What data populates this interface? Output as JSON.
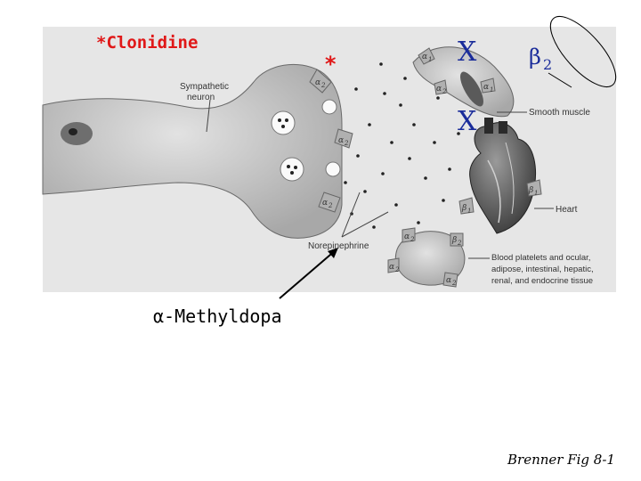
{
  "annotations": {
    "clonidine": "*Clonidine",
    "asterisk": "*",
    "methyldopa": "α-Methyldopa",
    "x_block": "X",
    "beta2_symbol": "β",
    "beta2_subscript": "2",
    "credit": "Brenner Fig 8-1"
  },
  "labels": {
    "sympathetic_neuron": [
      "Sympathetic",
      "neuron"
    ],
    "smooth_muscle": "Smooth muscle",
    "heart": "Heart",
    "norepinephrine": "Norepinephrine",
    "platelets": [
      "Blood platelets and ocular,",
      "adipose, intestinal, hepatic,",
      "renal, and endocrine tissue"
    ]
  },
  "receptors": {
    "alpha": "α",
    "beta": "β",
    "sub1": "1",
    "sub2": "2"
  },
  "colors": {
    "panel": "#e6e6e6",
    "cell": "#bdbdbd",
    "annotation_red": "#e01818",
    "annotation_blue": "#1a2c9a"
  }
}
